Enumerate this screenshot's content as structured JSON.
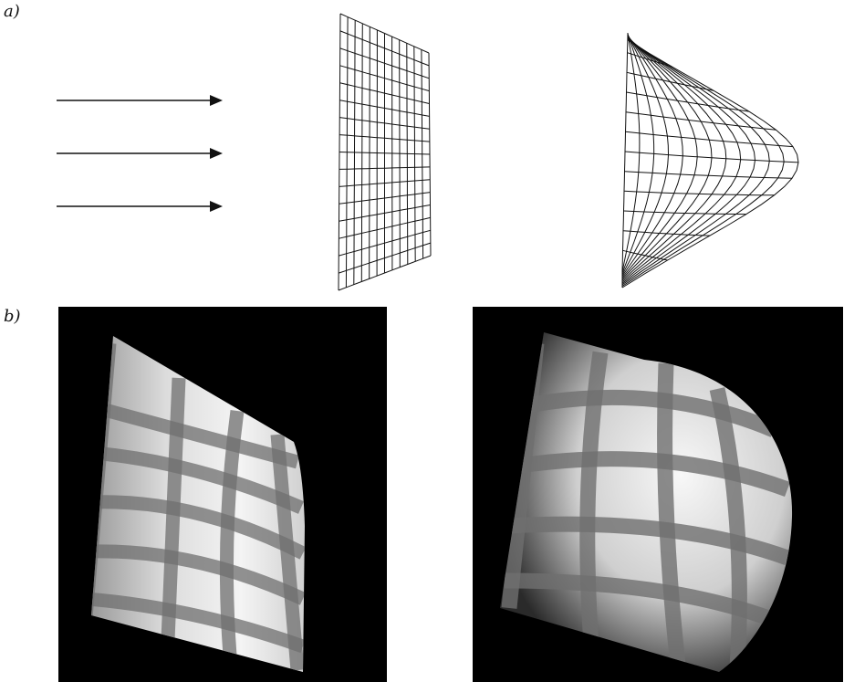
{
  "labels": {
    "a": "a)",
    "b": "b)"
  },
  "colors": {
    "background": "#ffffff",
    "ink": "#111111",
    "render_background": "#000000",
    "cloth_light": "#ececec",
    "cloth_band": "#6f6f6f"
  },
  "figure": {
    "row_a": {
      "arrows": 3,
      "flat_mesh": {
        "rows": 16,
        "cols": 12
      },
      "deformed_mesh": {
        "rows": 12,
        "cols": 12
      }
    },
    "row_b": {
      "renders": [
        "flat-cloth-render",
        "deformed-cloth-render"
      ]
    }
  }
}
